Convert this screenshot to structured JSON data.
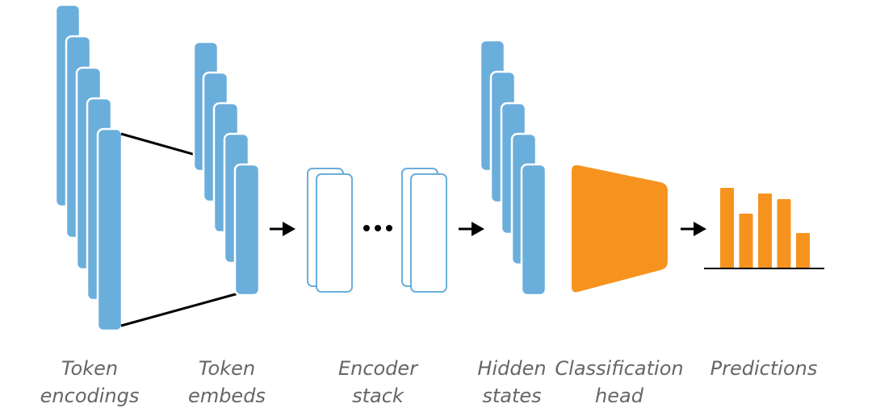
{
  "colors": {
    "vector_fill": "#6aaedb",
    "vector_stroke": "#ffffff",
    "encoder_stroke": "#6aaedb",
    "head_fill": "#f6931f",
    "bars_fill": "#f6931f",
    "line": "#000000",
    "label_text": "#666666"
  },
  "icons": {
    "arrow": "arrow-right-icon",
    "ellipsis": "ellipsis-icon"
  },
  "labels": {
    "token_encodings": {
      "line1": "Token",
      "line2": "encodings"
    },
    "token_embeds": {
      "line1": "Token",
      "line2": "embeds"
    },
    "encoder_stack": {
      "line1": "Encoder",
      "line2": "stack"
    },
    "hidden_states": {
      "line1": "Hidden",
      "line2": "states"
    },
    "classification_head": {
      "line1": "Classification",
      "line2": "head"
    },
    "predictions": {
      "line1": "Predictions",
      "line2": ""
    }
  },
  "predictions": {
    "relative_values": [
      1.0,
      0.68,
      0.93,
      0.86,
      0.44
    ]
  }
}
